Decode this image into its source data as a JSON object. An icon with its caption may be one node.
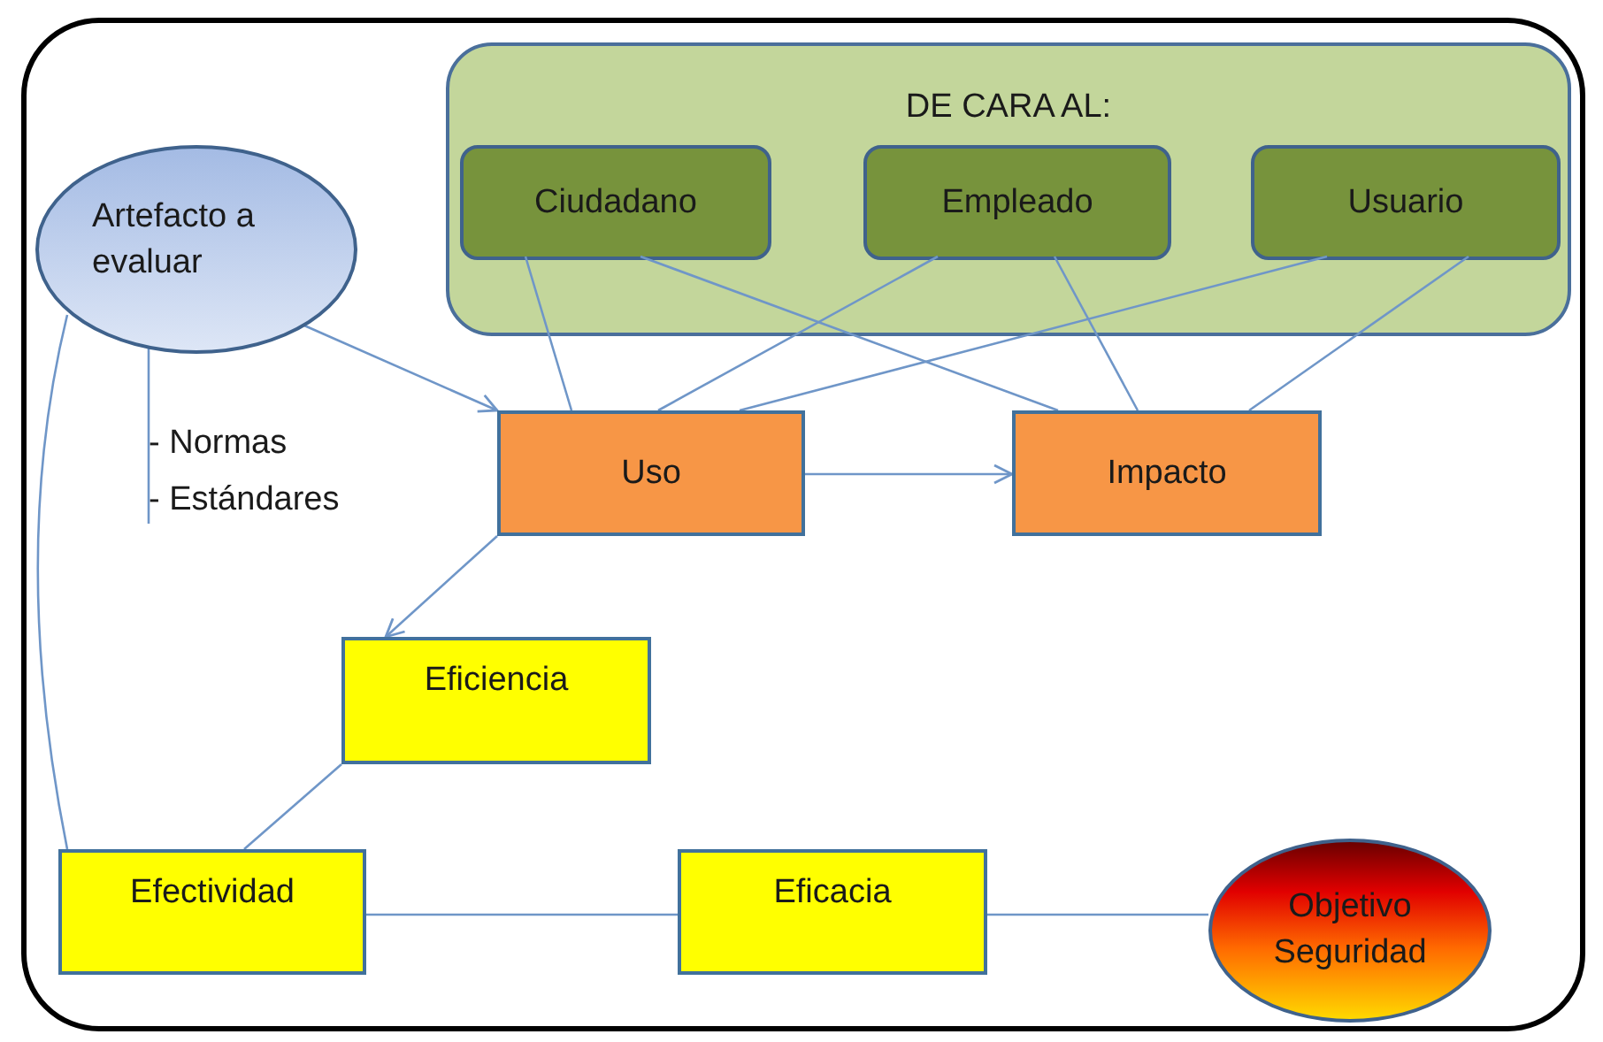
{
  "diagram": {
    "nodes": [
      {
        "text": [
          "DE CARA AL:"
        ]
      },
      {
        "text": [
          "Ciudadano"
        ],
        "in": 0
      },
      {
        "text": [
          "Empleado"
        ],
        "in": 0
      },
      {
        "text": [
          "Usuario"
        ],
        "in": 0
      },
      {
        "text": [
          "Artefacto a evaluar"
        ]
      },
      {
        "text": [
          "- Normas",
          "- Estándares"
        ]
      },
      {
        "text": [
          "Uso"
        ]
      },
      {
        "text": [
          "Impacto"
        ]
      },
      {
        "text": [
          "Eficiencia"
        ]
      },
      {
        "text": [
          "Efectividad"
        ]
      },
      {
        "text": [
          "Eficacia"
        ]
      },
      {
        "text": [
          "Objetivo Seguridad"
        ]
      }
    ],
    "edges": [
      {
        "from": 4,
        "to": 6,
        "arrow": "to"
      },
      {
        "from": 1,
        "to": 6,
        "arrow": "none"
      },
      {
        "from": 1,
        "to": 7,
        "arrow": "none"
      },
      {
        "from": 2,
        "to": 6,
        "arrow": "none"
      },
      {
        "from": 2,
        "to": 7,
        "arrow": "none"
      },
      {
        "from": 3,
        "to": 6,
        "arrow": "none"
      },
      {
        "from": 3,
        "to": 7,
        "arrow": "none"
      },
      {
        "from": 6,
        "to": 7,
        "arrow": "to"
      },
      {
        "from": 6,
        "to": 8,
        "arrow": "to"
      },
      {
        "from": 8,
        "to": 9,
        "arrow": "none"
      },
      {
        "from": 9,
        "to": 10,
        "arrow": "none"
      },
      {
        "from": 10,
        "to": 11,
        "arrow": "none"
      },
      {
        "from": 4,
        "to": 9,
        "arrow": "none"
      },
      {
        "from": 4,
        "to": 5,
        "arrow": "none"
      }
    ]
  }
}
